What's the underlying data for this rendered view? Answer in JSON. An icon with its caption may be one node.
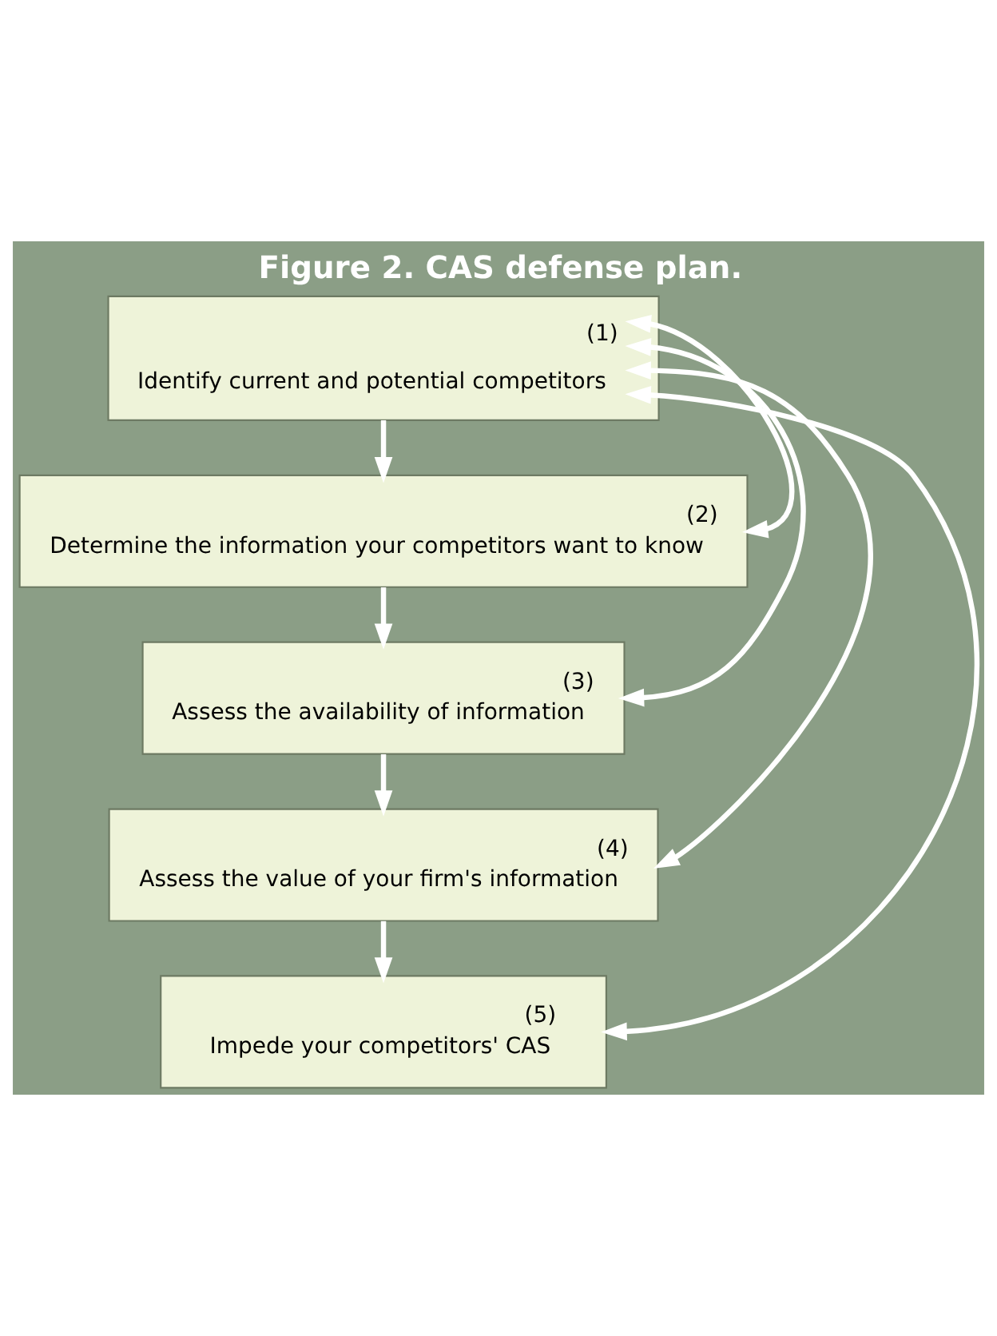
{
  "diagram": {
    "title": "Figure 2. CAS defense plan.",
    "nodes": [
      {
        "text": [
          "(1)",
          "Identify current and potential competitors"
        ]
      },
      {
        "text": [
          "(2)",
          "Determine the information your competitors want to know"
        ]
      },
      {
        "text": [
          "(3)",
          "Assess the availability of information"
        ]
      },
      {
        "text": [
          "(4)",
          "Assess the value of your firm's information"
        ]
      },
      {
        "text": [
          "(5)",
          "Impede your competitors' CAS"
        ]
      }
    ],
    "edges": [
      {
        "from": 0,
        "to": 1,
        "arrow": "to"
      },
      {
        "from": 1,
        "to": 2,
        "arrow": "to"
      },
      {
        "from": 2,
        "to": 3,
        "arrow": "to"
      },
      {
        "from": 3,
        "to": 4,
        "arrow": "to"
      },
      {
        "from": 1,
        "to": 0,
        "arrow": "both"
      },
      {
        "from": 2,
        "to": 0,
        "arrow": "both"
      },
      {
        "from": 3,
        "to": 0,
        "arrow": "both"
      },
      {
        "from": 4,
        "to": 0,
        "arrow": "both"
      }
    ]
  }
}
